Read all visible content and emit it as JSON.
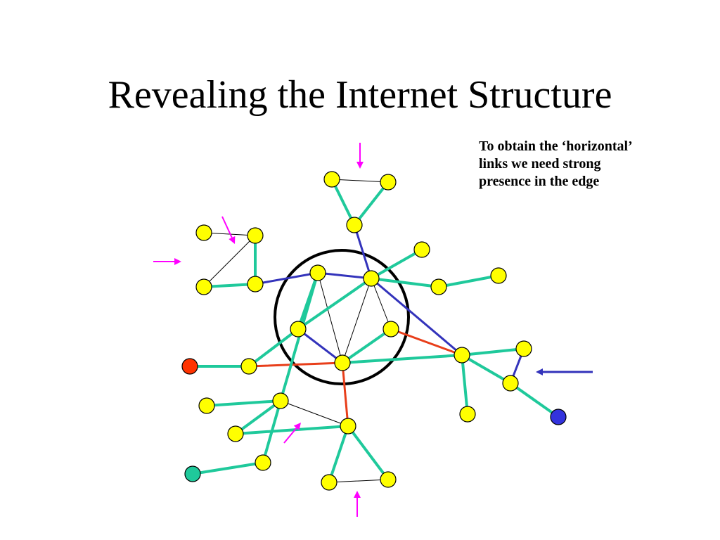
{
  "slide": {
    "title": "Revealing the Internet Structure",
    "note_lines": [
      "To obtain the ‘horizontal’",
      "links we need strong",
      "presence in the edge"
    ]
  },
  "colors": {
    "node_fill": "#FFFF00",
    "node_stroke": "#000000",
    "link_green": "#1FC99B",
    "link_blue": "#3333BB",
    "link_red": "#E83E1A",
    "link_thin": "#000000",
    "arrow_magenta": "#FF00FF",
    "arrow_blue": "#3333BB",
    "special_red_node": "#FF3300",
    "special_blue_node": "#3333DD",
    "special_green_node": "#1FC99B",
    "core_circle": "#000000"
  },
  "diagram": {
    "nodes": [
      {
        "id": "n1",
        "kind": "yellow"
      },
      {
        "id": "n2",
        "kind": "yellow"
      },
      {
        "id": "n3",
        "kind": "yellow"
      },
      {
        "id": "n4",
        "kind": "yellow"
      },
      {
        "id": "n5",
        "kind": "yellow"
      },
      {
        "id": "n6",
        "kind": "yellow"
      },
      {
        "id": "n7",
        "kind": "yellow"
      },
      {
        "id": "n8",
        "kind": "yellow"
      },
      {
        "id": "n9",
        "kind": "yellow"
      },
      {
        "id": "n10",
        "kind": "yellow"
      },
      {
        "id": "n11",
        "kind": "yellow"
      },
      {
        "id": "n12",
        "kind": "yellow"
      },
      {
        "id": "n13",
        "kind": "yellow"
      },
      {
        "id": "n14",
        "kind": "yellow"
      },
      {
        "id": "n15",
        "kind": "yellow"
      },
      {
        "id": "n16",
        "kind": "yellow"
      },
      {
        "id": "n17",
        "kind": "yellow"
      },
      {
        "id": "n18",
        "kind": "yellow"
      },
      {
        "id": "n19",
        "kind": "yellow"
      },
      {
        "id": "n20",
        "kind": "yellow"
      },
      {
        "id": "n21",
        "kind": "yellow"
      },
      {
        "id": "n22",
        "kind": "yellow"
      },
      {
        "id": "n23",
        "kind": "yellow"
      },
      {
        "id": "n24",
        "kind": "yellow"
      },
      {
        "id": "n25",
        "kind": "yellow"
      },
      {
        "id": "n26",
        "kind": "yellow"
      },
      {
        "id": "n27",
        "kind": "yellow"
      },
      {
        "id": "red",
        "kind": "red"
      },
      {
        "id": "blue",
        "kind": "blue"
      },
      {
        "id": "green",
        "kind": "green"
      }
    ],
    "edges": [
      {
        "from": "n1",
        "to": "n2",
        "kind": "thin"
      },
      {
        "from": "n1",
        "to": "n3",
        "kind": "green"
      },
      {
        "from": "n2",
        "to": "n3",
        "kind": "green"
      },
      {
        "from": "n3",
        "to": "n9",
        "kind": "blue"
      },
      {
        "from": "n4",
        "to": "n6",
        "kind": "thin"
      },
      {
        "from": "n5",
        "to": "n6",
        "kind": "thin"
      },
      {
        "from": "n5",
        "to": "n7",
        "kind": "green"
      },
      {
        "from": "n6",
        "to": "n7",
        "kind": "green"
      },
      {
        "from": "n7",
        "to": "n8",
        "kind": "blue"
      },
      {
        "from": "n8",
        "to": "n9",
        "kind": "blue"
      },
      {
        "from": "n8",
        "to": "n12",
        "kind": "green"
      },
      {
        "from": "n8",
        "to": "n13",
        "kind": "thin"
      },
      {
        "from": "n8",
        "to": "n18",
        "kind": "green"
      },
      {
        "from": "n9",
        "to": "n10",
        "kind": "green"
      },
      {
        "from": "n9",
        "to": "n11",
        "kind": "green"
      },
      {
        "from": "n9",
        "to": "n12",
        "kind": "green"
      },
      {
        "from": "n9",
        "to": "n13",
        "kind": "thin"
      },
      {
        "from": "n9",
        "to": "n14",
        "kind": "thin"
      },
      {
        "from": "n9",
        "to": "n15",
        "kind": "blue"
      },
      {
        "from": "n11",
        "to": "n19",
        "kind": "green"
      },
      {
        "from": "n12",
        "to": "n13",
        "kind": "blue"
      },
      {
        "from": "n12",
        "to": "n16",
        "kind": "green"
      },
      {
        "from": "n14",
        "to": "n13",
        "kind": "green"
      },
      {
        "from": "n14",
        "to": "n15",
        "kind": "red"
      },
      {
        "from": "n13",
        "to": "n15",
        "kind": "green"
      },
      {
        "from": "n15",
        "to": "n20",
        "kind": "green"
      },
      {
        "from": "n15",
        "to": "n21",
        "kind": "green"
      },
      {
        "from": "n15",
        "to": "n22",
        "kind": "green"
      },
      {
        "from": "n20",
        "to": "n21",
        "kind": "blue"
      },
      {
        "from": "n21",
        "to": "blue",
        "kind": "green"
      },
      {
        "from": "red",
        "to": "n16",
        "kind": "green"
      },
      {
        "from": "n16",
        "to": "n13",
        "kind": "red"
      },
      {
        "from": "n17",
        "to": "n18",
        "kind": "green"
      },
      {
        "from": "n13",
        "to": "n23",
        "kind": "red"
      },
      {
        "from": "n18",
        "to": "n23",
        "kind": "thin"
      },
      {
        "from": "n18",
        "to": "n24",
        "kind": "green"
      },
      {
        "from": "n18",
        "to": "n25",
        "kind": "green"
      },
      {
        "from": "n24",
        "to": "n23",
        "kind": "green"
      },
      {
        "from": "n25",
        "to": "green",
        "kind": "green"
      },
      {
        "from": "n23",
        "to": "n26",
        "kind": "green"
      },
      {
        "from": "n23",
        "to": "n27",
        "kind": "green"
      },
      {
        "from": "n26",
        "to": "n27",
        "kind": "thin"
      }
    ],
    "arrows": [
      {
        "name": "arrow-top",
        "color": "magenta"
      },
      {
        "name": "arrow-upper-left",
        "color": "magenta"
      },
      {
        "name": "arrow-left",
        "color": "magenta"
      },
      {
        "name": "arrow-lower-middle",
        "color": "magenta"
      },
      {
        "name": "arrow-bottom",
        "color": "magenta"
      },
      {
        "name": "arrow-right",
        "color": "blue"
      }
    ]
  }
}
